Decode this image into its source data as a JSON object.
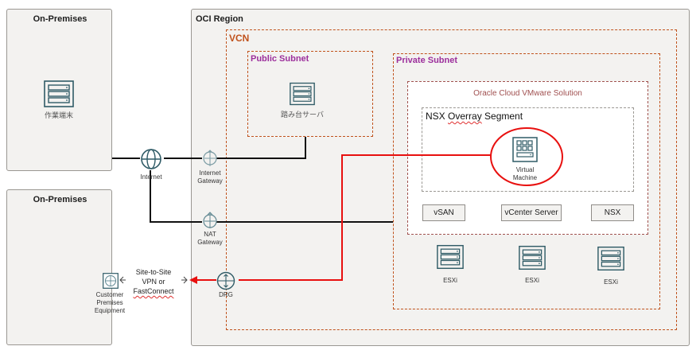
{
  "on_premises_top": {
    "title": "On-Premises",
    "server_label": "作業端末"
  },
  "on_premises_bottom": {
    "title": "On-Premises",
    "cpe_label_1": "Customer",
    "cpe_label_2": "Premises",
    "cpe_label_3": "Equipment"
  },
  "internet": {
    "label": "Internet"
  },
  "vpn": {
    "line1": "Site-to-Site",
    "line2": "VPN or",
    "line3": "FastConnect"
  },
  "oci_region": {
    "title": "OCI Region",
    "internet_gateway": {
      "line1": "Internet",
      "line2": "Gateway"
    },
    "nat_gateway": {
      "line1": "NAT",
      "line2": "Gateway"
    },
    "drg": {
      "label": "DRG"
    },
    "vcn": {
      "title": "VCN",
      "public_subnet": {
        "title": "Public Subnet",
        "server_label": "踏み台サーバ"
      },
      "private_subnet": {
        "title": "Private Subnet",
        "ocvs": {
          "title": "Oracle Cloud VMware Solution",
          "nsx_segment": {
            "title_prefix": "NSX ",
            "title_misspelled": "Overray",
            "title_suffix": " Segment",
            "vm_line1": "Virtual",
            "vm_line2": "Machine"
          },
          "components": [
            "vSAN",
            "vCenter Server",
            "NSX"
          ]
        },
        "esxi_hosts": [
          "ESXi",
          "ESXi",
          "ESXi"
        ]
      }
    }
  },
  "colors": {
    "vcn_border": "#c0521c",
    "subnet_title": "#9c2f9c",
    "icon": "#2f5b66",
    "highlight": "#e8100f"
  }
}
